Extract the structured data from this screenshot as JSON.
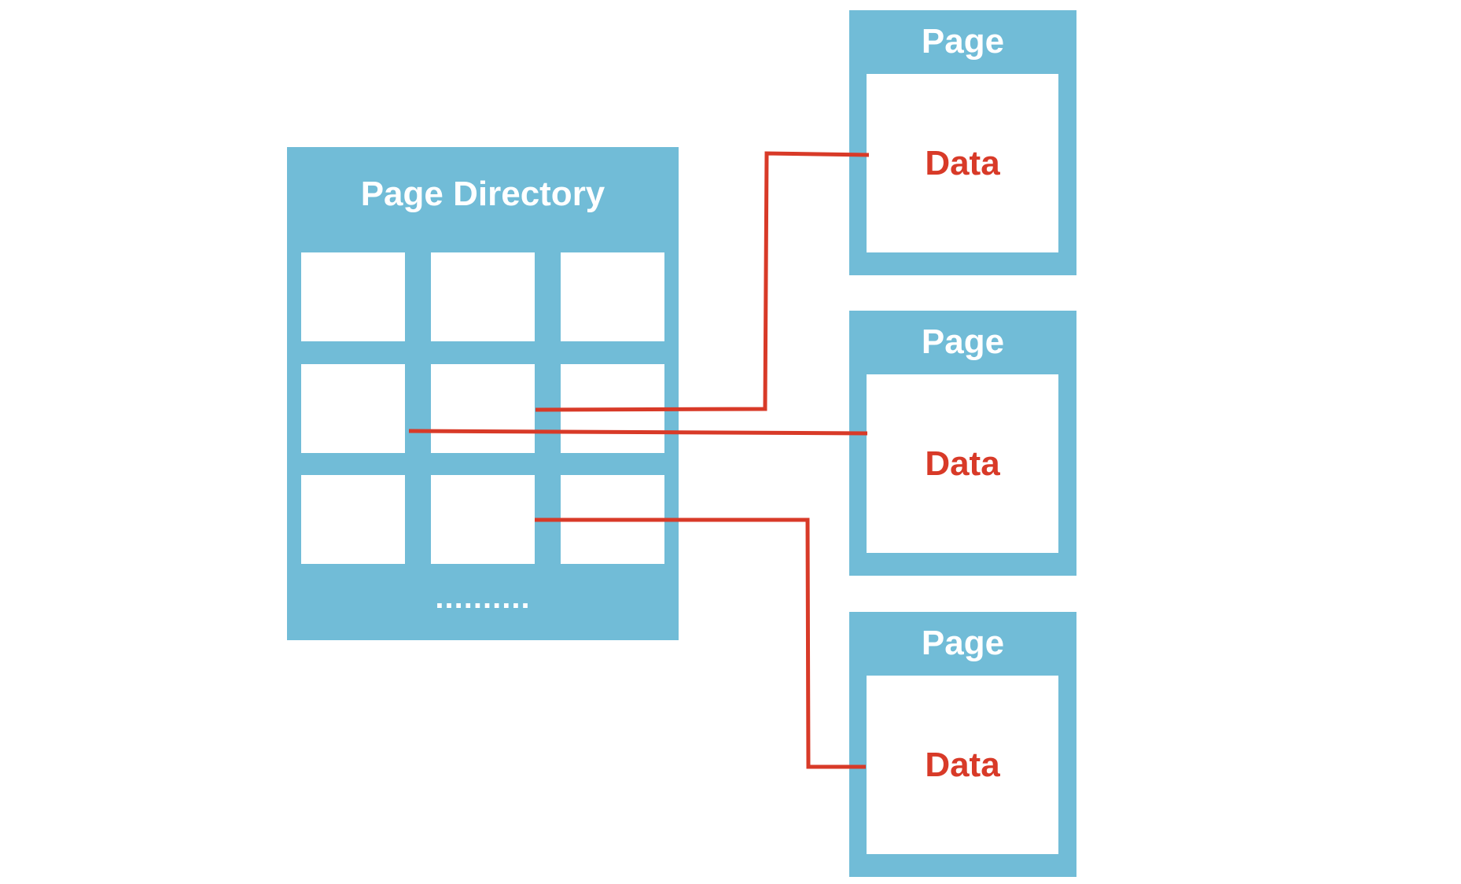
{
  "colors": {
    "box_fill": "#71bcd7",
    "link_line": "#d83a28",
    "data_text": "#d83a28"
  },
  "directory": {
    "title": "Page Directory",
    "ellipsis": "..........",
    "rows": 3,
    "cols": 3
  },
  "pages": [
    {
      "title": "Page",
      "data_label": "Data"
    },
    {
      "title": "Page",
      "data_label": "Data"
    },
    {
      "title": "Page",
      "data_label": "Data"
    }
  ],
  "links": [
    {
      "from_cell": [
        1,
        1
      ],
      "to_page": 0
    },
    {
      "from_cell": [
        1,
        0
      ],
      "to_page": 1
    },
    {
      "from_cell": [
        2,
        1
      ],
      "to_page": 2
    }
  ]
}
